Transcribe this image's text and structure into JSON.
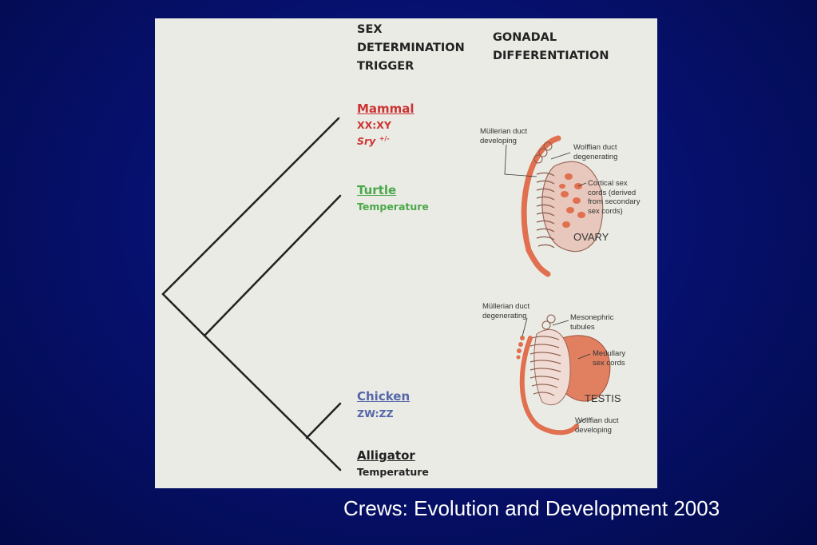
{
  "headers": {
    "trigger": [
      "SEX",
      "DETERMINATION",
      "TRIGGER"
    ],
    "gonadal": [
      "GONADAL",
      "DIFFERENTIATION"
    ]
  },
  "species": [
    {
      "name": "Mammal",
      "detail1": "XX:XY",
      "detail2": "Sry",
      "detail2_sup": "+/-",
      "color": "#cc3333"
    },
    {
      "name": "Turtle",
      "detail1": "Temperature",
      "color": "#4aa84a"
    },
    {
      "name": "Chicken",
      "detail1": "ZW:ZZ",
      "color": "#5566aa"
    },
    {
      "name": "Alligator",
      "detail1": "Temperature",
      "color": "#222222"
    }
  ],
  "ovary": {
    "title": "OVARY",
    "labels": {
      "mullerian": "Müllerian duct\ndeveloping",
      "wolffian": "Wolffian duct\ndegenerating",
      "cortical": "Cortical sex\ncords (derived\nfrom secondary\nsex cords)"
    }
  },
  "testis": {
    "title": "TESTIS",
    "labels": {
      "mullerian": "Müllerian duct\ndegenerating",
      "mesonephric": "Mesonephric\ntubules",
      "medullary": "Medullary\nsex cords",
      "wolffian": "Wolffian duct\ndeveloping"
    }
  },
  "colors": {
    "duct": "#e07050",
    "gonad_fill": "#e8b8a8",
    "medullary": "#e08060",
    "background": "#061170",
    "panel": "#ebebe5"
  },
  "caption": "Crews: Evolution and Development 2003"
}
